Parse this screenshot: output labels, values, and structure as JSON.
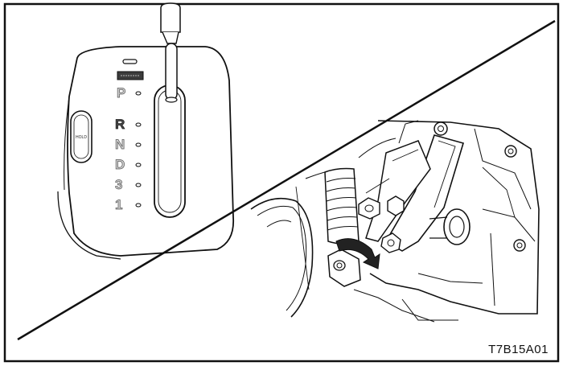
{
  "figure": {
    "label": "T7B15A01",
    "hold_button_text": "HOLD",
    "gear_positions": [
      "P",
      "R",
      "N",
      "D",
      "3",
      "1"
    ],
    "active_gear": "R",
    "colors": {
      "ink": "#111111",
      "paper": "#ffffff",
      "shade": "#cfcfcf"
    }
  }
}
